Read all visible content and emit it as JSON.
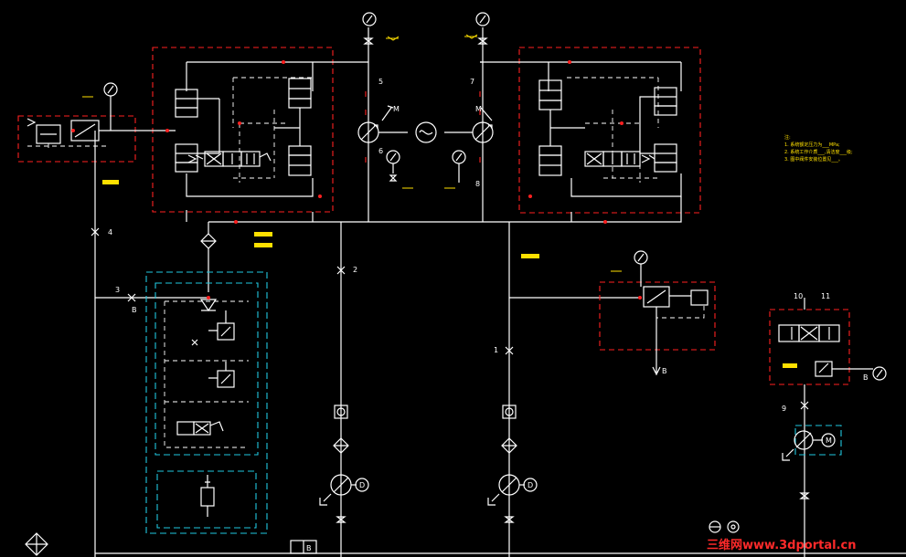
{
  "labels": {
    "n1": "1",
    "n2": "2",
    "n3": "3",
    "n4": "4",
    "n5": "5",
    "n6": "6",
    "n7": "7",
    "n8": "8",
    "n9": "9",
    "n10": "10",
    "n11": "11",
    "pB1": "B",
    "pB2": "B",
    "pB3": "B",
    "pB4": "B",
    "pump_left": "D",
    "pump_right": "D",
    "pump_far": "M",
    "mA1": "M",
    "mA2": "M"
  },
  "notes": [
    "注:",
    "1. 系统额定压力为___MPa;",
    "2. 系统工作介质___,清洁度___级;",
    "3. 图中阀件安装位置见___。"
  ],
  "watermark": "三维网www.3dportal.cn",
  "colors": {
    "background": "#000000",
    "lines": "#ffffff",
    "group_box": "#ff2020",
    "valve_block": "#20c8e0",
    "annotation": "#ffe000"
  }
}
